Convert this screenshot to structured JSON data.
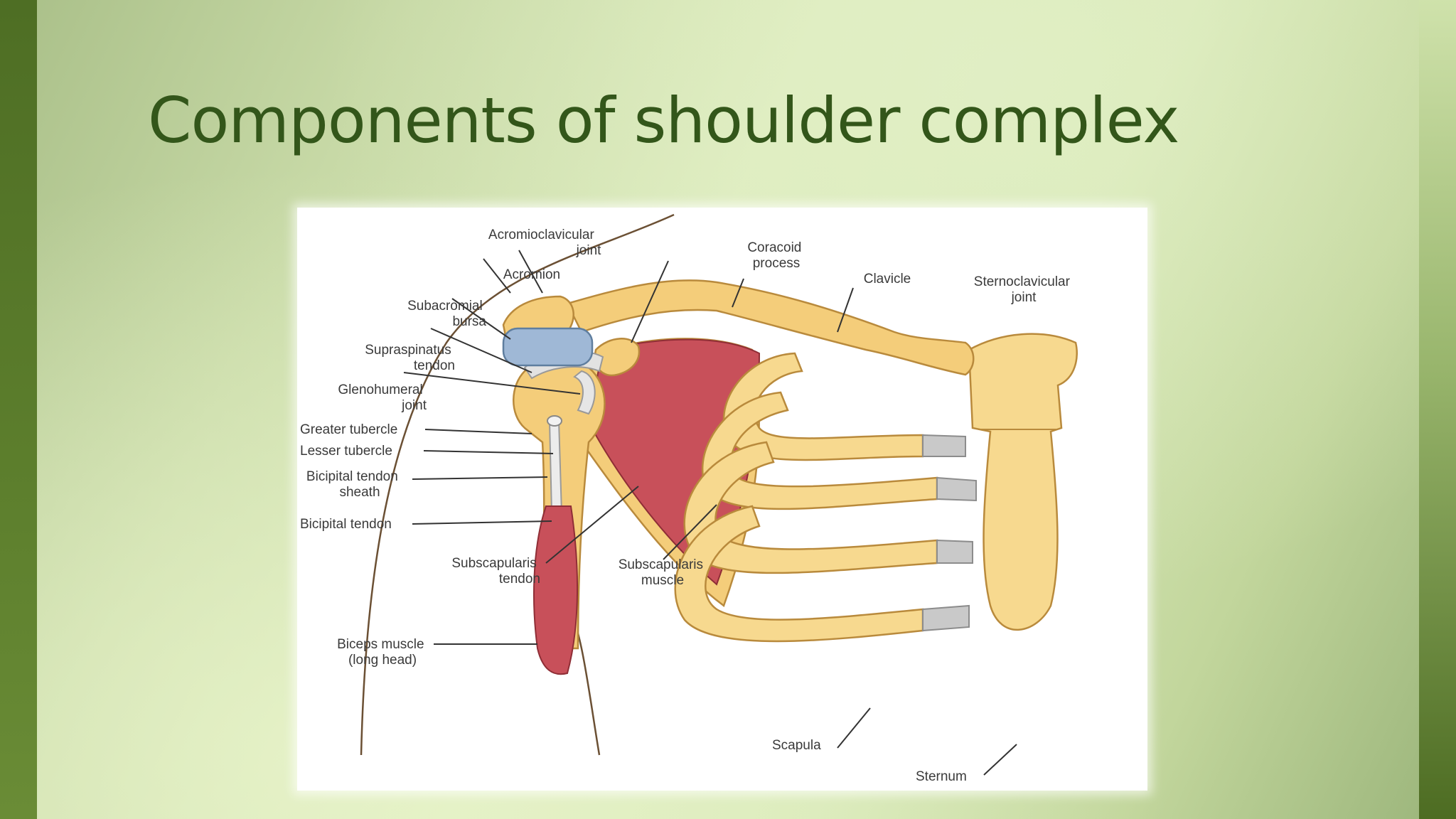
{
  "slide": {
    "title": "Components of shoulder complex"
  },
  "diagram": {
    "labels": {
      "acromioclavicular_joint": [
        "Acromioclavicular",
        "joint"
      ],
      "acromion": [
        "Acromion"
      ],
      "coracoid_process": [
        "Coracoid",
        "process"
      ],
      "clavicle": [
        "Clavicle"
      ],
      "sternoclavicular_joint": [
        "Sternoclavicular",
        "joint"
      ],
      "subacromial_bursa": [
        "Subacromial",
        "bursa"
      ],
      "supraspinatus_tendon": [
        "Supraspinatus",
        "tendon"
      ],
      "glenohumeral_joint": [
        "Glenohumeral",
        "joint"
      ],
      "greater_tubercle": [
        "Greater tubercle"
      ],
      "lesser_tubercle": [
        "Lesser tubercle"
      ],
      "bicipital_tendon_sheath": [
        "Bicipital tendon",
        "sheath"
      ],
      "bicipital_tendon": [
        "Bicipital tendon"
      ],
      "subscapularis_tendon": [
        "Subscapularis",
        "tendon"
      ],
      "subscapularis_muscle": [
        "Subscapularis",
        "muscle"
      ],
      "biceps_muscle": [
        "Biceps muscle",
        "(long head)"
      ],
      "scapula": [
        "Scapula"
      ],
      "sternum": [
        "Sternum"
      ]
    },
    "colors": {
      "bone": "#f4cd7a",
      "muscle": "#c8505a",
      "cartilage": "#c9c9c9",
      "bursa": "#9fb8d6"
    }
  }
}
